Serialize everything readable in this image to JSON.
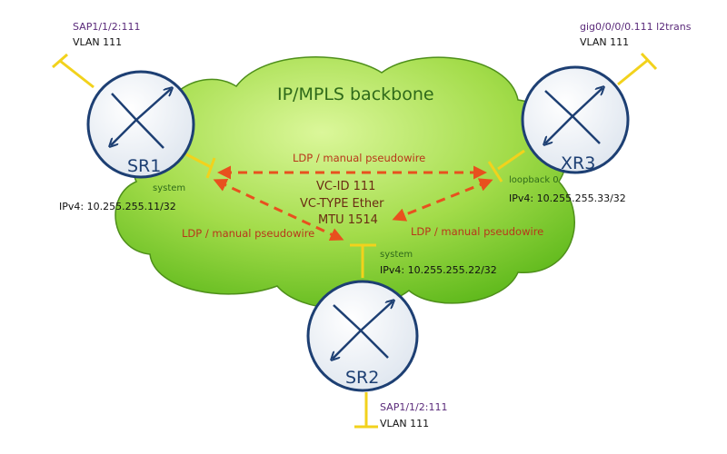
{
  "backbone": {
    "label": "IP/MPLS backbone"
  },
  "pseudowire": {
    "top_label": "LDP / manual pseudowire",
    "left_label": "LDP / manual pseudowire",
    "right_label": "LDP / manual pseudowire",
    "vc_id": "VC-ID 111",
    "vc_type": "VC-TYPE Ether",
    "mtu": "MTU 1514"
  },
  "routers": {
    "sr1": {
      "name": "SR1",
      "sap": "SAP1/1/2:111",
      "vlan": "VLAN 111",
      "iface": "system",
      "ipv4": "IPv4: 10.255.255.11/32"
    },
    "xr3": {
      "name": "XR3",
      "sap": "gig0/0/0/0.111 l2trans",
      "vlan": "VLAN 111",
      "iface": "loopback 0",
      "ipv4": "IPv4: 10.255.255.33/32"
    },
    "sr2": {
      "name": "SR2",
      "sap": "SAP1/1/2:111",
      "vlan": "VLAN 111",
      "iface": "system",
      "ipv4": "IPv4: 10.255.255.22/32"
    }
  },
  "colors": {
    "cloud_light": "#c9ef7a",
    "cloud_dark": "#5fb91c",
    "text_dark_green": "#2f6a1a",
    "pseudowire": "#e8501e",
    "router_outline": "#1d3f73",
    "sap_purple": "#5a2a7a",
    "port_yellow": "#f2d21c"
  }
}
